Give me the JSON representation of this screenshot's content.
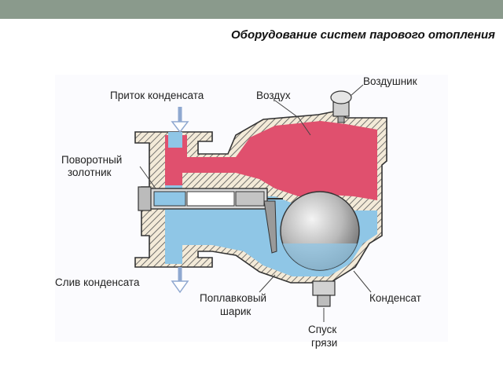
{
  "slide": {
    "title": "Оборудование систем парового отопления"
  },
  "diagram": {
    "labels": {
      "inflow": "Приток конденсата",
      "air": "Воздух",
      "vent": "Воздушник",
      "valve_line1": "Поворотный",
      "valve_line2": "золотник",
      "drain": "Слив конденсата",
      "float_line1": "Поплавковый",
      "float_line2": "шарик",
      "condensate": "Конденсат",
      "dirt_line1": "Спуск",
      "dirt_line2": "грязи"
    },
    "colors": {
      "steam_air": "#e0506e",
      "condensate": "#8fc6e6",
      "housing": "#f3ead8",
      "hatch": "#555555",
      "float_ball": "#b9b9b9"
    }
  }
}
